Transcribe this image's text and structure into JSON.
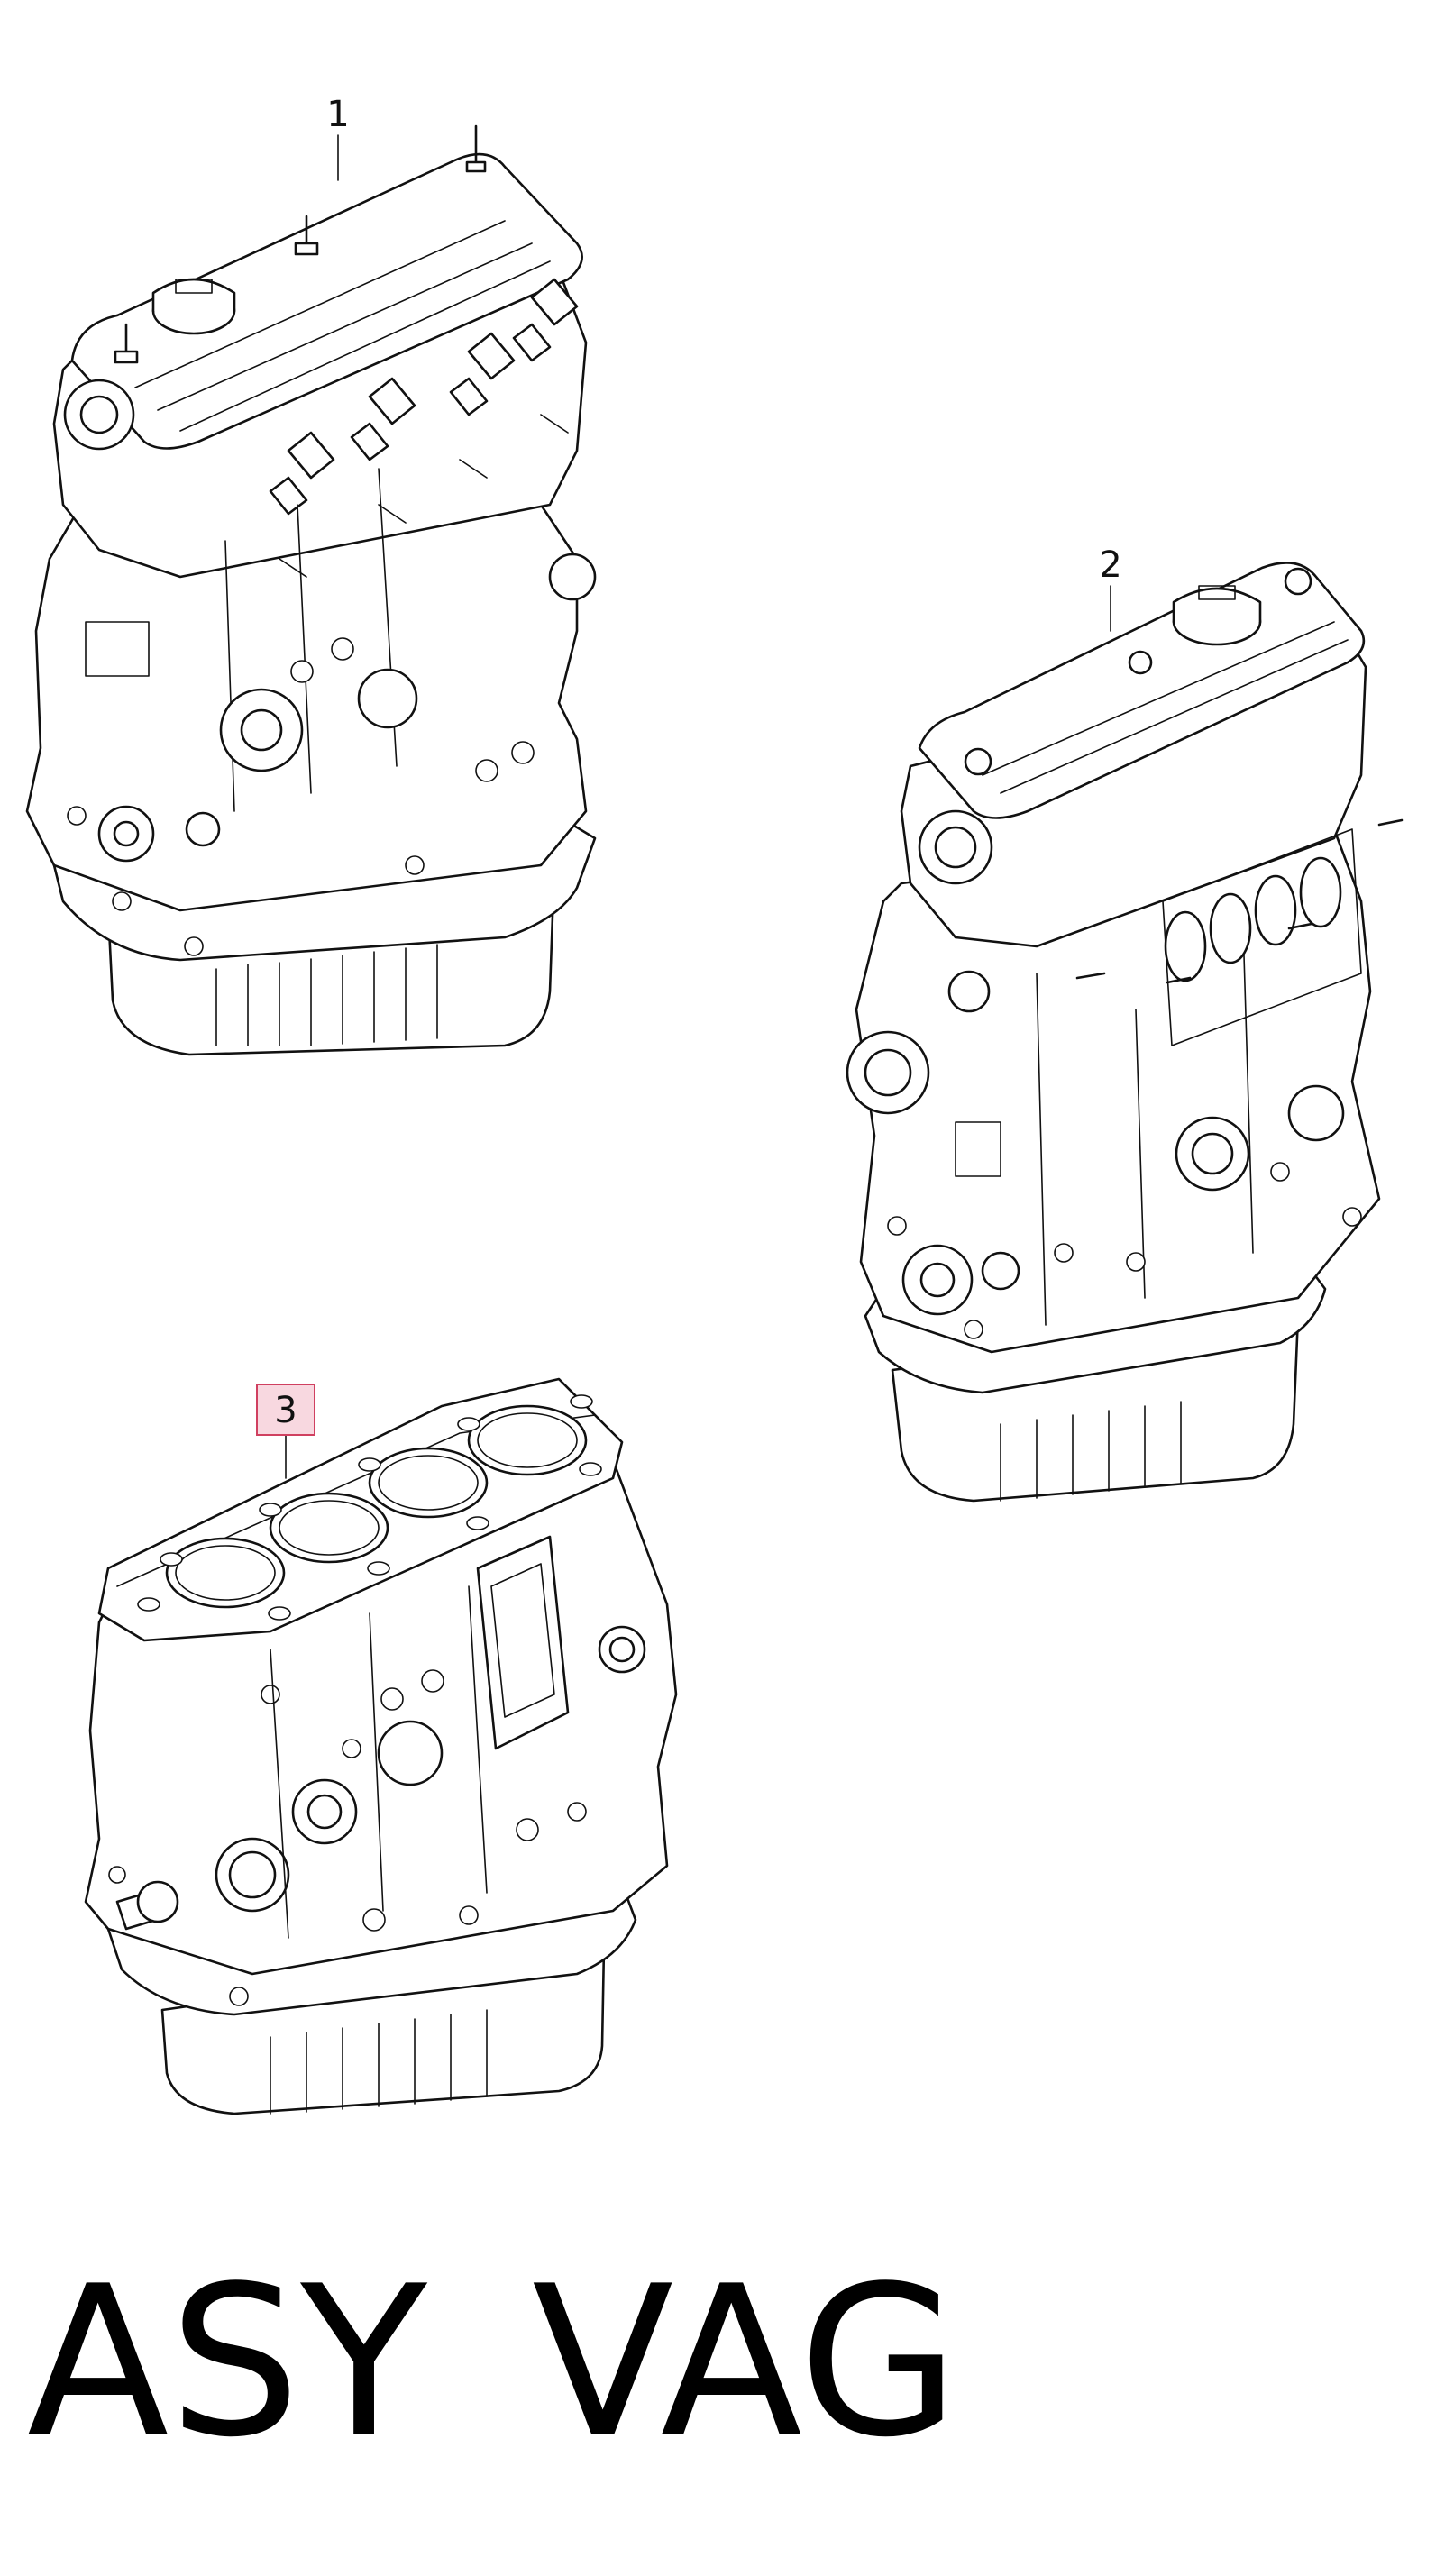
{
  "callouts": [
    {
      "label": "1",
      "highlighted": false
    },
    {
      "label": "2",
      "highlighted": false
    },
    {
      "label": "3",
      "highlighted": true
    }
  ],
  "footer": {
    "left": "ASY",
    "right": "VAG"
  },
  "colors": {
    "line": "#111111",
    "highlight_border": "#d04060",
    "highlight_fill": "#f8d8e0"
  }
}
